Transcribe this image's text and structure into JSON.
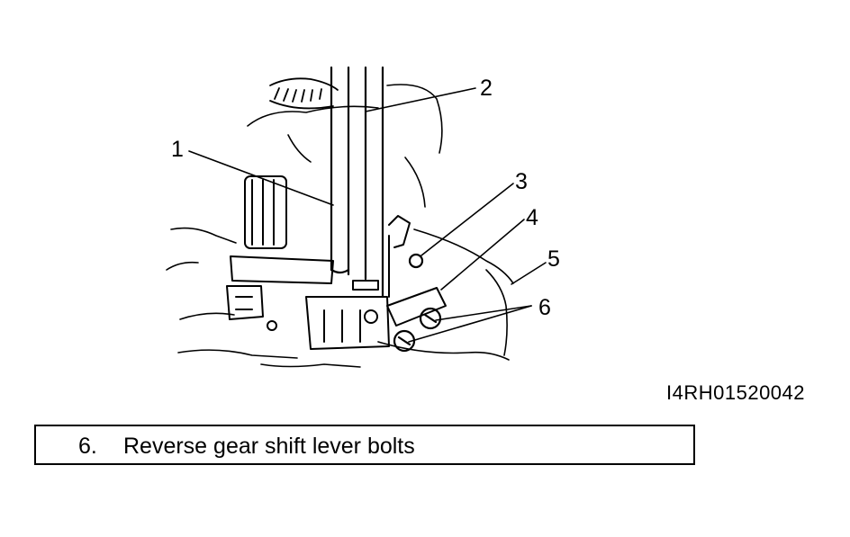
{
  "callouts": [
    "1",
    "2",
    "3",
    "4",
    "5",
    "6"
  ],
  "figure_code": "I4RH01520042",
  "legend": {
    "number": "6.",
    "text": "Reverse gear shift lever bolts"
  },
  "colors": {
    "ink": "#000000",
    "paper": "#ffffff"
  }
}
